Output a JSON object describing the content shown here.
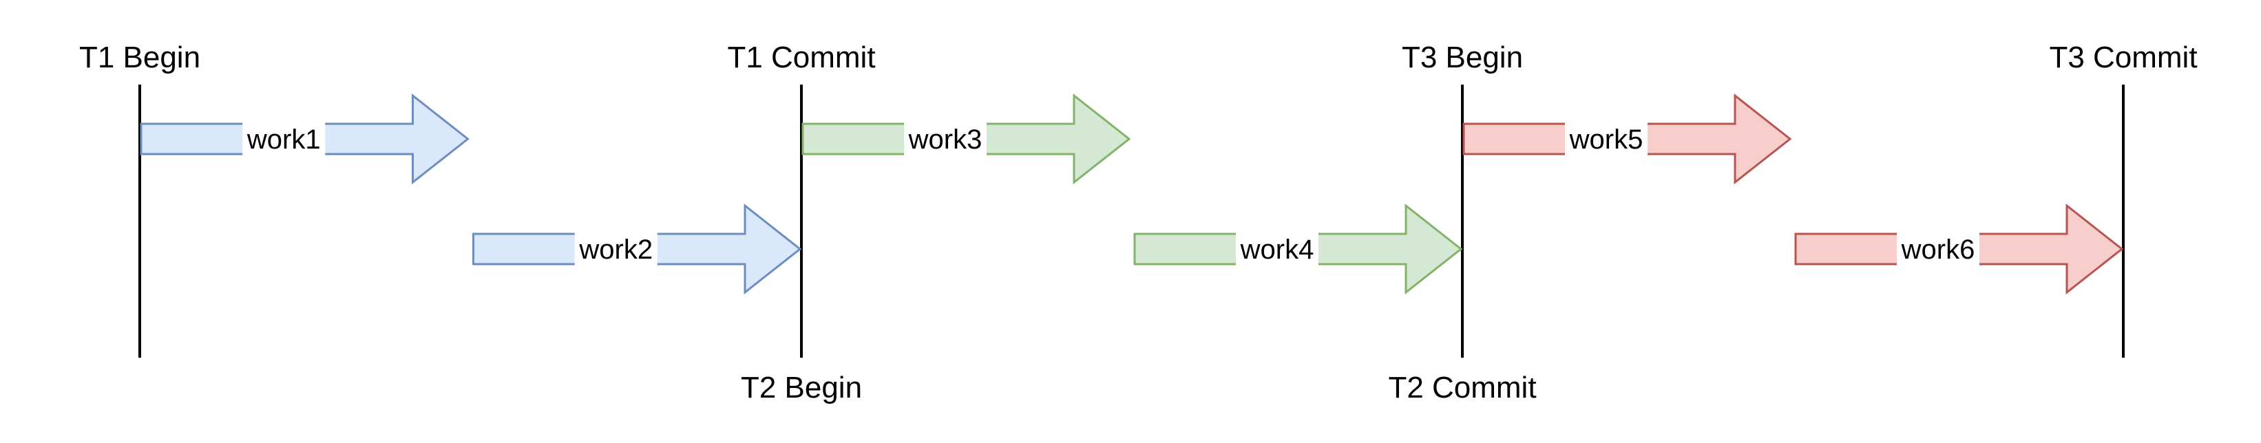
{
  "timeline": {
    "events": [
      {
        "id": "t1-begin",
        "label": "T1 Begin",
        "line": 0,
        "position": "top"
      },
      {
        "id": "t1-commit",
        "label": "T1 Commit",
        "line": 1,
        "position": "top"
      },
      {
        "id": "t2-begin",
        "label": "T2 Begin",
        "line": 1,
        "position": "bottom"
      },
      {
        "id": "t3-begin",
        "label": "T3 Begin",
        "line": 2,
        "position": "top"
      },
      {
        "id": "t2-commit",
        "label": "T2 Commit",
        "line": 2,
        "position": "bottom"
      },
      {
        "id": "t3-commit",
        "label": "T3 Commit",
        "line": 3,
        "position": "top"
      }
    ],
    "works": [
      {
        "id": "work1",
        "label": "work1",
        "from": 0,
        "row": "upper",
        "fill": "#dae8fc",
        "stroke": "#6c8ebf"
      },
      {
        "id": "work2",
        "label": "work2",
        "from": 0,
        "row": "lower",
        "fill": "#dae8fc",
        "stroke": "#6c8ebf"
      },
      {
        "id": "work3",
        "label": "work3",
        "from": 1,
        "row": "upper",
        "fill": "#d5e8d4",
        "stroke": "#82b366"
      },
      {
        "id": "work4",
        "label": "work4",
        "from": 1,
        "row": "lower",
        "fill": "#d5e8d4",
        "stroke": "#82b366"
      },
      {
        "id": "work5",
        "label": "work5",
        "from": 2,
        "row": "upper",
        "fill": "#f8cecc",
        "stroke": "#b85450"
      },
      {
        "id": "work6",
        "label": "work6",
        "from": 2,
        "row": "lower",
        "fill": "#f8cecc",
        "stroke": "#b85450"
      }
    ],
    "line_color": "#000000"
  }
}
